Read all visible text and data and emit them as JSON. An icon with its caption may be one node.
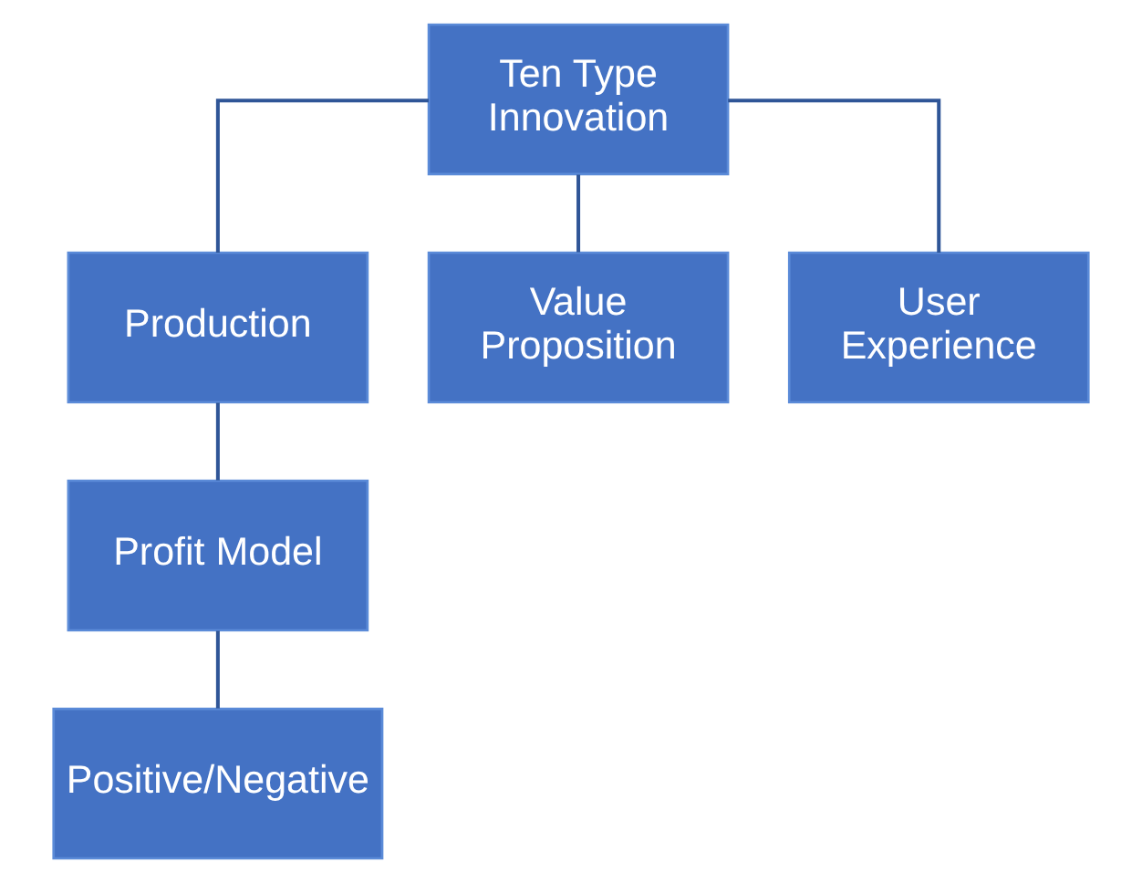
{
  "diagram": {
    "nodes": [
      {
        "text": [
          "Ten Type Innovation"
        ]
      },
      {
        "text": [
          "Production"
        ]
      },
      {
        "text": [
          "Value Proposition"
        ]
      },
      {
        "text": [
          "User Experience"
        ]
      },
      {
        "text": [
          "Profit Model"
        ]
      },
      {
        "text": [
          "Positive/Negative"
        ]
      }
    ],
    "edges": [
      {
        "from": 0,
        "to": 1,
        "arrow": "none"
      },
      {
        "from": 0,
        "to": 2,
        "arrow": "none"
      },
      {
        "from": 0,
        "to": 3,
        "arrow": "none"
      },
      {
        "from": 1,
        "to": 4,
        "arrow": "none"
      },
      {
        "from": 4,
        "to": 5,
        "arrow": "none"
      }
    ]
  }
}
